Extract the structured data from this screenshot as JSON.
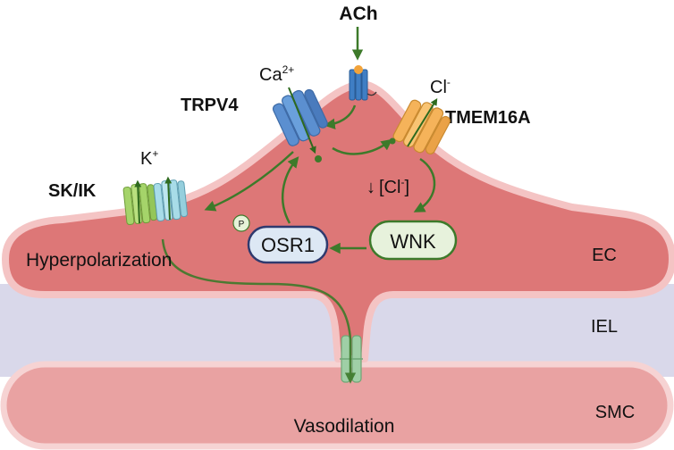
{
  "labels": {
    "ach": "ACh",
    "ca": "Ca",
    "ca_sup": "2+",
    "trpv4": "TRPV4",
    "cl": "Cl",
    "cl_sup": "-",
    "tmem16a": "TMEM16A",
    "k": "K",
    "k_sup": "+",
    "skik": "SK/IK",
    "cl_conc_arrow": "↓",
    "cl_conc_open": "[Cl",
    "cl_conc_sup": "-",
    "cl_conc_close": "]",
    "wnk": "WNK",
    "osr1": "OSR1",
    "phospho": "P",
    "hyperpolarization": "Hyperpolarization",
    "vasodilation": "Vasodilation",
    "layer_ec": "EC",
    "layer_iel": "IEL",
    "layer_smc": "SMC"
  },
  "colors": {
    "ec_fill": "#dd7777",
    "ec_border": "#f4c4c4",
    "iel_fill": "#d9d8ea",
    "smc_fill": "#e9a2a2",
    "smc_border": "#f6d3d3",
    "arrow_green": "#3d7a2a",
    "trpv4_blue": "#5b8fd0",
    "tmem_orange": "#f5b35a",
    "sk_green": "#a5d46a",
    "ik_lightblue": "#a8dce8",
    "wnk_fill": "#e7f2dc",
    "osr1_fill": "#dde8f4"
  }
}
